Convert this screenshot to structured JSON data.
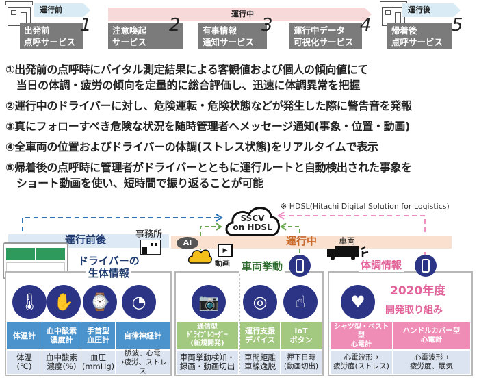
{
  "flow": {
    "before": "運行前",
    "during": "運行中",
    "after": "運行後",
    "steps": [
      {
        "num": "1",
        "l1": "出発前",
        "l2": "点呼サービス"
      },
      {
        "num": "2",
        "l1": "注意喚起",
        "l2": "サービス"
      },
      {
        "num": "3",
        "l1": "有事情報",
        "l2": "通知サービス"
      },
      {
        "num": "4",
        "l1": "運行中データ",
        "l2": "可視化サービス"
      },
      {
        "num": "5",
        "l1": "帰着後",
        "l2": "点呼サービス"
      }
    ]
  },
  "lines": [
    "①出発前の点呼時にバイタル測定結果による客観値および個人の傾向値にて",
    "　当日の体調・疲労の傾向を定量的に総合評価し、迅速に体調異常を把握",
    "②運行中のドライバーに対し、危険運転・危険状態などが発生した際に警告音を発報",
    "③真にフォローすべき危険な状況を随時管理者へメッセージ通知(事象・位置・動画)",
    "④全車両の位置およびドライバーの体調(ストレス状態)をリアルタイムで表示",
    "⑤帰着後の点呼時に管理者がドライバーとともに運行ルートと自動検出された事象を",
    "　ショート動画を使い、短時間で振り返ることが可能"
  ],
  "diagram": {
    "cloud_l1": "SSCV",
    "cloud_l2": "on HDSL",
    "note": "※ HDSL(Hitachi Digital Solution for Logistics)",
    "band_before_after": "運行前後",
    "office": "事務所",
    "band_during": "運行中",
    "vehicle": "車両",
    "ai": "AI",
    "video": "動画",
    "driver_title_1": "ドライバーの",
    "driver_title_2": "生体情報",
    "vehicle_title": "車両挙動",
    "health_title": "体調情報",
    "dev_year": "2020年度",
    "dev_label": "開発取り組み",
    "bio": [
      {
        "head": "体温計",
        "value": "体温\n(℃)"
      },
      {
        "head": "血中酸素\n濃度計",
        "value": "血中酸素\n濃度(%)"
      },
      {
        "head": "手首型\n血圧計",
        "value": "血圧\n(mmHg)"
      },
      {
        "head": "自律神経計",
        "value": "脈波、心電\n→疲労、ストレス"
      }
    ],
    "veh": [
      {
        "head": "通信型\nﾄﾞﾗｲﾌﾞﾚｺｰﾀﾞｰ\n(新規開発)",
        "value": "車両挙動検知・\n録画・動画切出"
      },
      {
        "head": "運行支援\nデバイス",
        "value": "車間距離\n車線逸脱"
      },
      {
        "head": "IoT\nボタン",
        "value": "押下日時\n(動画切出)"
      }
    ],
    "health": [
      {
        "head": "シャツ型・ベスト型\n心電計",
        "value": "心電波形→\n疲労度(ストレス)"
      },
      {
        "head": "ハンドルカバー型\n心電計",
        "value": "心電波形→\n疲労度、眠気"
      }
    ]
  },
  "colors": {
    "blue_head": "#4b93cc",
    "green_head": "#a3c87f",
    "pink_head": "#f08db7",
    "navy": "#2c3585",
    "pink_text": "#e2639a",
    "orange_text": "#c8682a"
  }
}
